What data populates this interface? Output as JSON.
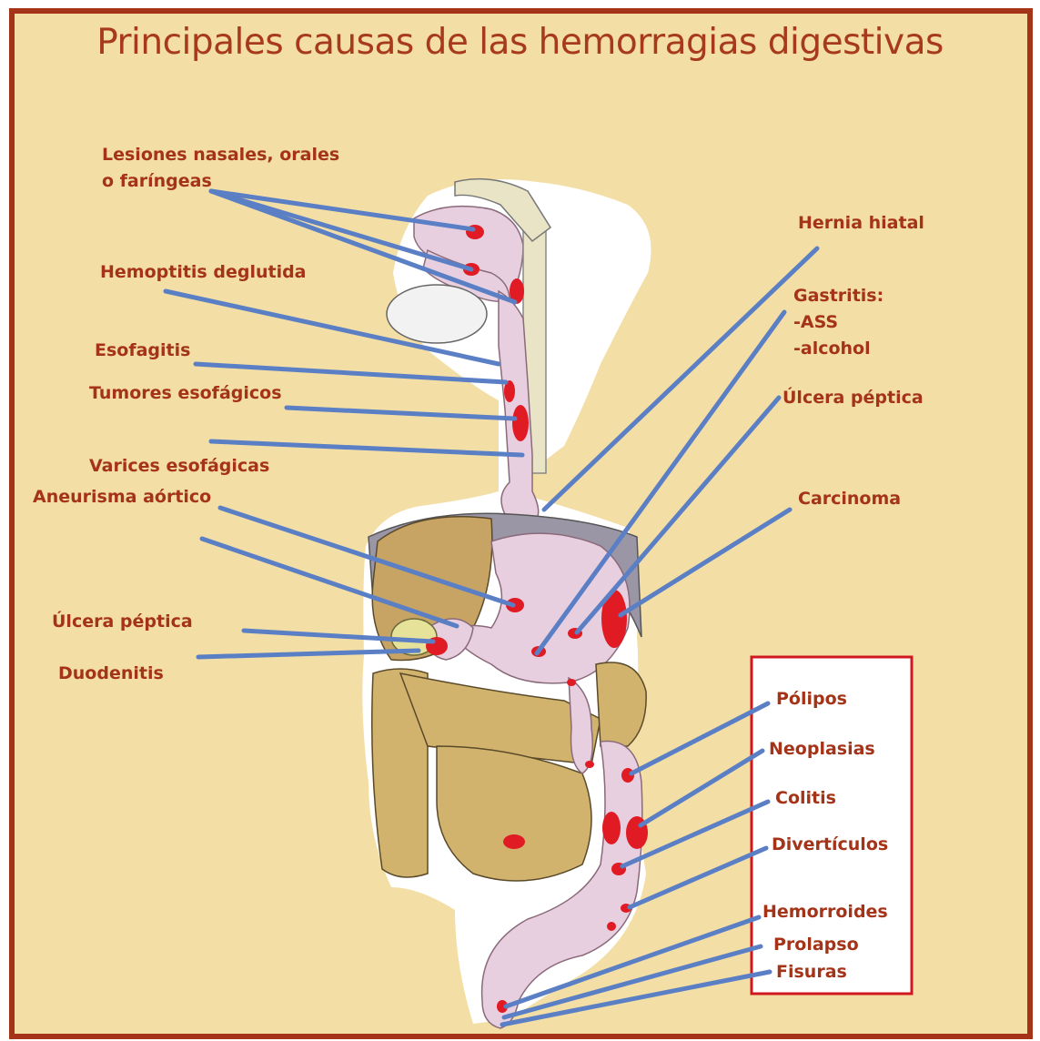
{
  "title": "Principales causas de las hemorragias digestivas",
  "labels": {
    "nasal_line1": "Lesiones nasales, orales",
    "nasal_line2": "o faríngeas",
    "hemoptitis": "Hemoptitis deglutida",
    "esofagitis": "Esofagitis",
    "tumores": "Tumores esofágicos",
    "varices": "Varices esofágicas",
    "aneurisma": "Aneurisma aórtico",
    "ulcera_left": "Úlcera péptica",
    "duodenitis": "Duodenitis",
    "hernia": "Hernia hiatal",
    "gastritis_line1": "Gastritis:",
    "gastritis_line2": "-ASS",
    "gastritis_line3": "-alcohol",
    "ulcera_right": "Úlcera péptica",
    "carcinoma": "Carcinoma",
    "polipos": "Pólipos",
    "neoplasias": "Neoplasias",
    "colitis": "Colitis",
    "diverticulos": "Divertículos",
    "hemorroides": "Hemorroides",
    "prolapso": "Prolapso",
    "fisuras": "Fisuras"
  },
  "colors": {
    "background": "#f3dea5",
    "border": "#a43317",
    "text": "#a43317",
    "leader_line": "#5b7fc4",
    "lesion": "#e01b24",
    "tissue": "#e8cfe0",
    "intestine": "#d2b36e"
  }
}
